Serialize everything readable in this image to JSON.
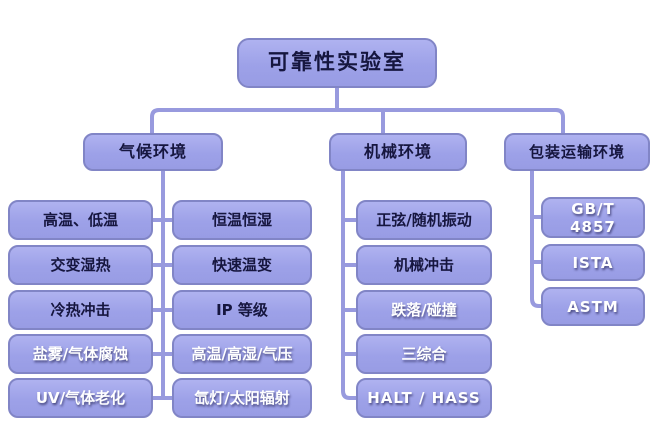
{
  "diagram": {
    "root": {
      "label": "可靠性实验室"
    },
    "branches": [
      {
        "label": "气候环境",
        "columns": [
          {
            "items": [
              "高温、低温",
              "交变湿热",
              "冷热冲击",
              "盐雾/气体腐蚀",
              "UV/气体老化"
            ]
          },
          {
            "items": [
              "恒温恒湿",
              "快速温变",
              "IP 等级",
              "高温/高湿/气压",
              "氙灯/太阳辐射"
            ]
          }
        ]
      },
      {
        "label": "机械环境",
        "items": [
          "正弦/随机振动",
          "机械冲击",
          "跌落/碰撞",
          "三综合",
          "HALT / HASS"
        ]
      },
      {
        "label": "包装运输环境",
        "items": [
          "GB/T 4857",
          "ISTA",
          "ASTM"
        ]
      }
    ]
  },
  "colors": {
    "background": "#ffffff",
    "box_fill": "#a3a6ea",
    "box_border": "#8185c6",
    "connector": "#989ade",
    "text_dark": "#16163f",
    "text_light": "#ffffff"
  }
}
